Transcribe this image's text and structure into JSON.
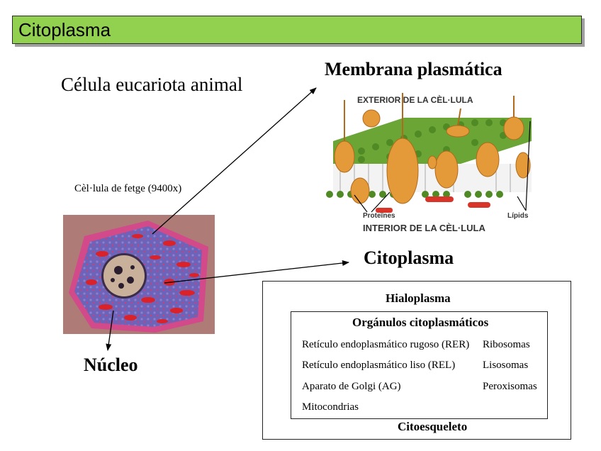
{
  "header": {
    "title": "Citoplasma"
  },
  "subtitle": "Célula eucariota animal",
  "micrograph": {
    "caption": "Cèl·lula de fetge (9400x)"
  },
  "membrane": {
    "heading": "Membrana plasmática",
    "exterior_label": "EXTERIOR DE LA CÈL·LULA",
    "interior_label": "INTERIOR DE LA CÈL·LULA",
    "proteins_label": "Proteïnes",
    "lipids_label": "Lípids"
  },
  "labels": {
    "citoplasma": "Citoplasma",
    "nucleo": "Núcleo"
  },
  "cytoplasm_box": {
    "hialoplasma": "Hialoplasma",
    "organelles_title": "Orgánulos citoplasmáticos",
    "left_items": [
      "Retículo endoplasmático rugoso (RER)",
      "Retículo endoplasmático liso (REL)",
      "Aparato de Golgi (AG)",
      "Mitocondrias"
    ],
    "right_items": [
      "Ribosomas",
      "Lisosomas",
      "Peroxisomas"
    ],
    "citoesqueleto": "Citoesqueleto"
  },
  "colors": {
    "title_bar": "#92d050",
    "lipid_heads": "#5f9a2e",
    "proteins": "#e59a3a",
    "cell_membrane": "#d24a8a",
    "cell_cytoplasm": "#6d63b8",
    "cell_organelles": "#d9222a"
  }
}
